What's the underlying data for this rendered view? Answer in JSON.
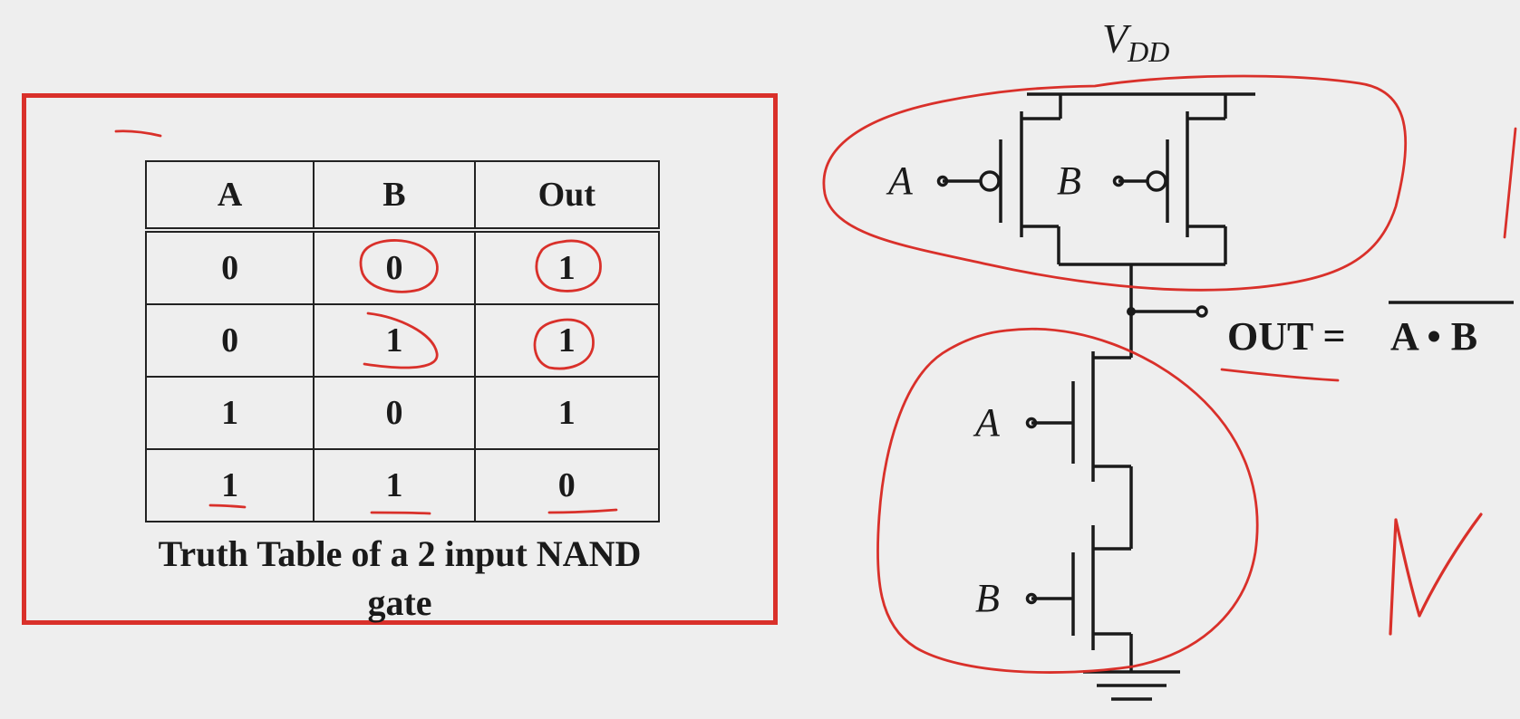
{
  "truth_table": {
    "headers": [
      "A",
      "B",
      "Out"
    ],
    "rows": [
      [
        "0",
        "0",
        "1"
      ],
      [
        "0",
        "1",
        "1"
      ],
      [
        "1",
        "0",
        "1"
      ],
      [
        "1",
        "1",
        "0"
      ]
    ],
    "caption_line1": "Truth Table of a 2 input NAND",
    "caption_line2": "gate"
  },
  "circuit": {
    "supply_label": "V",
    "supply_subscript": "DD",
    "pmos_gate_a": "A",
    "pmos_gate_b": "B",
    "nmos_gate_a": "A",
    "nmos_gate_b": "B",
    "output_lhs": "OUT =",
    "output_rhs": "A • B"
  },
  "annotations": {
    "handwritten_letter": "N",
    "ink_color": "#d9302a"
  }
}
